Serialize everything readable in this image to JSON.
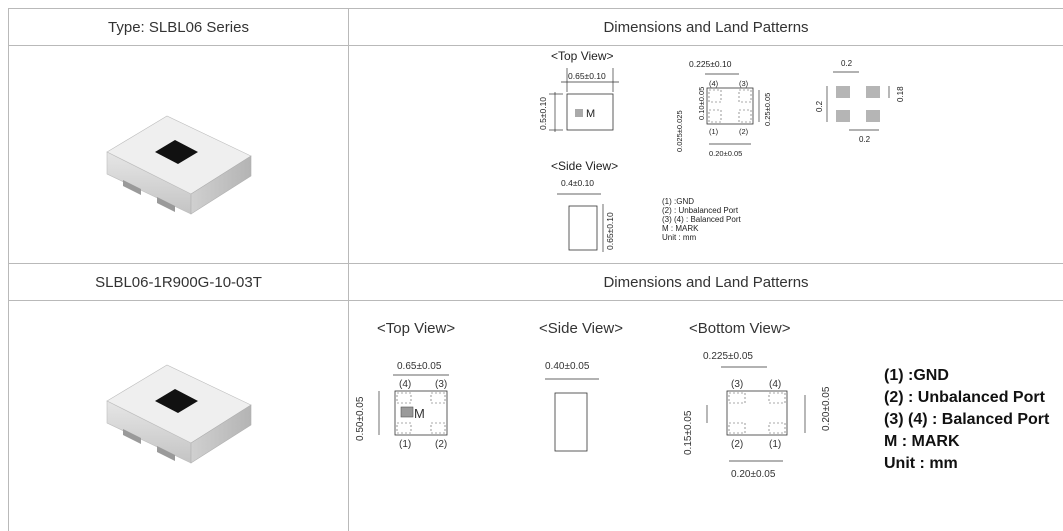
{
  "row1": {
    "type_label": "Type: SLBL06 Series",
    "pattern_label": "Dimensions and Land Patterns",
    "diagram": {
      "top_view": "<Top View>",
      "side_view": "<Side View>",
      "dim_width": "0.65±0.10",
      "dim_height": "0.5±0.10",
      "mark": "M",
      "pad_pitch": "0.225±0.10",
      "pad_len": "0.10±0.05",
      "pad_gap": "0.025±0.025",
      "pad_h": "0.25±0.05",
      "pad_w": "0.20±0.05",
      "p1": "(1)",
      "p2": "(2)",
      "p3": "(3)",
      "p4": "(4)",
      "land_02a": "0.2",
      "land_02b": "0.2",
      "land_02c": "0.2",
      "land_018": "0.18",
      "side_w": "0.4±0.10",
      "side_h": "0.65±0.10",
      "legend": [
        "(1) :GND",
        "(2) : Unbalanced Port",
        "(3) (4) : Balanced Port",
        "M : MARK",
        "Unit : mm"
      ]
    }
  },
  "row2": {
    "part_label": "SLBL06-1R900G-10-03T",
    "pattern_label": "Dimensions and Land Patterns",
    "diagram": {
      "top_view": "<Top View>",
      "side_view": "<Side View>",
      "bottom_view": "<Bottom  View>",
      "dim_width": "0.65±0.05",
      "dim_height": "0.50±0.05",
      "mark": "M",
      "side_w": "0.40±0.05",
      "pad_pitch": "0.225±0.05",
      "pad_h1": "0.15±0.05",
      "pad_h2": "0.20±0.05",
      "pad_w": "0.20±0.05",
      "p1": "(1)",
      "p2": "(2)",
      "p3": "(3)",
      "p4": "(4)",
      "legend": [
        "(1) :GND",
        "(2) : Unbalanced Port",
        "(3) (4) : Balanced Port",
        "M : MARK",
        "Unit : mm"
      ]
    }
  }
}
